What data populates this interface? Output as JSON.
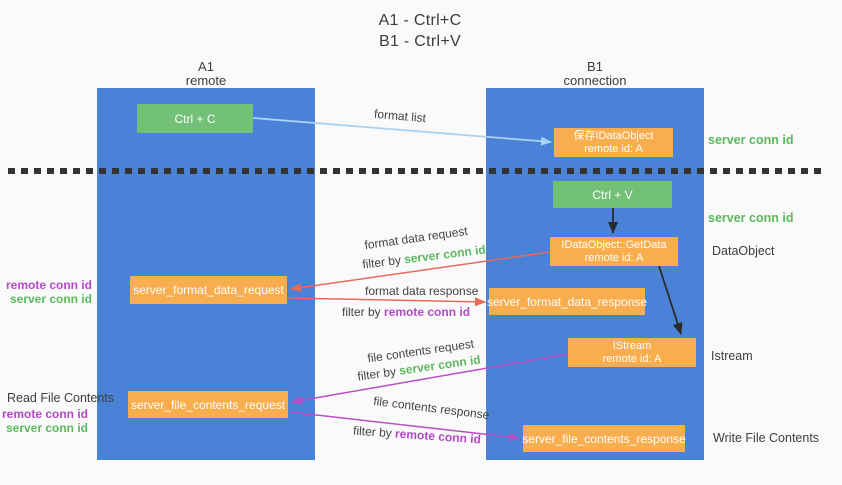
{
  "title": {
    "line1": "A1 - Ctrl+C",
    "line2": "B1 - Ctrl+V"
  },
  "lanes": {
    "a": {
      "name": "A1",
      "subtitle": "remote"
    },
    "b": {
      "name": "B1",
      "subtitle": "connection"
    }
  },
  "nodes": {
    "ctrl_c": {
      "label": "Ctrl + C"
    },
    "save_idataobject": {
      "line1": "保存IDataObject",
      "line2": "remote id: A"
    },
    "ctrl_v": {
      "label": "Ctrl + V"
    },
    "idataobject_getdata": {
      "line1": "IDataObject::GetData",
      "line2": "remote id: A"
    },
    "server_format_data_request": {
      "label": "server_format_data_request"
    },
    "server_format_data_response": {
      "label": "server_format_data_response"
    },
    "istream": {
      "line1": "IStream",
      "line2": "remote id: A"
    },
    "server_file_contents_request": {
      "label": "server_file_contents_request"
    },
    "server_file_contents_response": {
      "label": "server_file_contents_response"
    }
  },
  "side_labels": {
    "server_conn_id_right_top": "server conn id",
    "server_conn_id_right_mid": "server conn id",
    "data_object": "DataObject",
    "istream": "Istream",
    "write_file_contents": "Write File Contents",
    "remote_conn_id_left_mid": "remote conn id",
    "server_conn_id_left_mid": "server conn id",
    "read_file_contents": "Read File Contents",
    "remote_conn_id_left_bottom": "remote conn id",
    "server_conn_id_left_bottom": "server conn id"
  },
  "arrow_labels": {
    "format_list": "format list",
    "format_data_request": "format data request",
    "format_data_response": "format data response",
    "file_contents_request": "file contents request",
    "file_contents_response": "file contents response",
    "filter_by": "filter by",
    "server_conn_id": "server conn id",
    "remote_conn_id": "remote conn id"
  },
  "colors": {
    "lane_blue": "#4a82d8",
    "node_orange": "#f8ad4e",
    "node_green": "#73c078",
    "arrow_light_blue": "#a8d3f2",
    "arrow_red": "#e8685a",
    "arrow_purple": "#bb4fc6",
    "arrow_black": "#2b2b2b",
    "dashed_divider": "#333333",
    "text_green": "#5cb95f",
    "text_purple": "#b449c8",
    "text_dark": "#3d3d3d",
    "background": "#fafafa"
  }
}
